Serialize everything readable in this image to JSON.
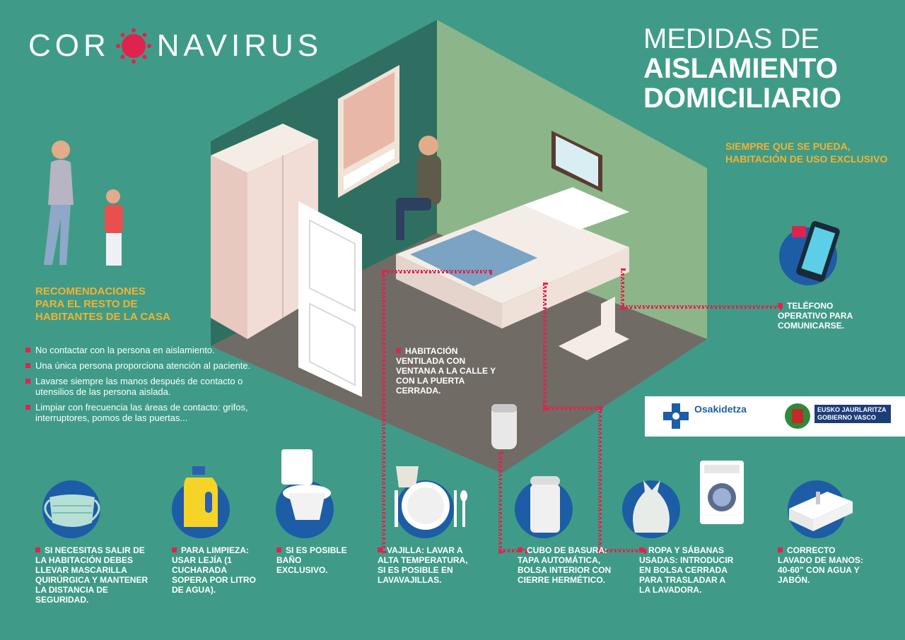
{
  "header": {
    "brand_left": "COR",
    "brand_right": "NAVIRUS",
    "title_line1": "MEDIDAS DE",
    "title_line2": "AISLAMIENTO",
    "title_line3": "DOMICILIARIO",
    "subtitle": "SIEMPRE QUE SE PUEDA, HABITACIÓN DE USO EXCLUSIVO"
  },
  "recommendations": {
    "title": "RECOMENDACIONES PARA EL RESTO DE HABITANTES DE LA CASA",
    "items": [
      "No contactar con la persona en aislamiento.",
      "Una única persona proporciona atención al paciente.",
      "Lavarse siempre las manos después de contacto o utensilios de las persona aislada.",
      "Limpiar con frecuencia las áreas de contacto: grifos, interruptores, pomos de las puertas..."
    ]
  },
  "room_labels": {
    "ventilated": "HABITACIÓN VENTILADA CON VENTANA A LA CALLE Y CON LA PUERTA CERRADA.",
    "phone": "TELÉFONO OPERATIVO PARA COMUNICARSE."
  },
  "tips": {
    "mask": "SI NECESITAS SALIR DE LA HABITACIÓN DEBES LLEVAR MASCARILLA QUIRÚRGICA Y MANTENER LA DISTANCIA DE SEGURIDAD.",
    "cleaning": "PARA LIMPIEZA: USAR LEJÍA (1 CUCHARADA SOPERA POR LITRO DE AGUA).",
    "bathroom": "SI ES POSIBLE BAÑO EXCLUSIVO.",
    "dishes": "VAJILLA: LAVAR A ALTA TEMPERATURA, SI ES POSIBLE EN LAVAVAJILLAS.",
    "trash": "CUBO DE BASURA: TAPA AUTOMÁTICA, BOLSA INTERIOR CON CIERRE HERMÉTICO.",
    "laundry": "ROPA Y SÁBANAS USADAS: INTRODUCIR EN BOLSA CERRADA PARA TRASLADAR A LA LAVADORA.",
    "handwash": "CORRECTO LAVADO DE MANOS: 40-60” CON AGUA Y JABÓN."
  },
  "logos": {
    "osakidetza": "Osakidetza",
    "gov_line1": "EUSKO JAURLARITZA",
    "gov_line2": "GOBIERNO VASCO"
  },
  "colors": {
    "background": "#3f9b87",
    "accent_yellow": "#f2b233",
    "accent_red": "#e0234d",
    "icon_blue": "#1d5da6"
  }
}
